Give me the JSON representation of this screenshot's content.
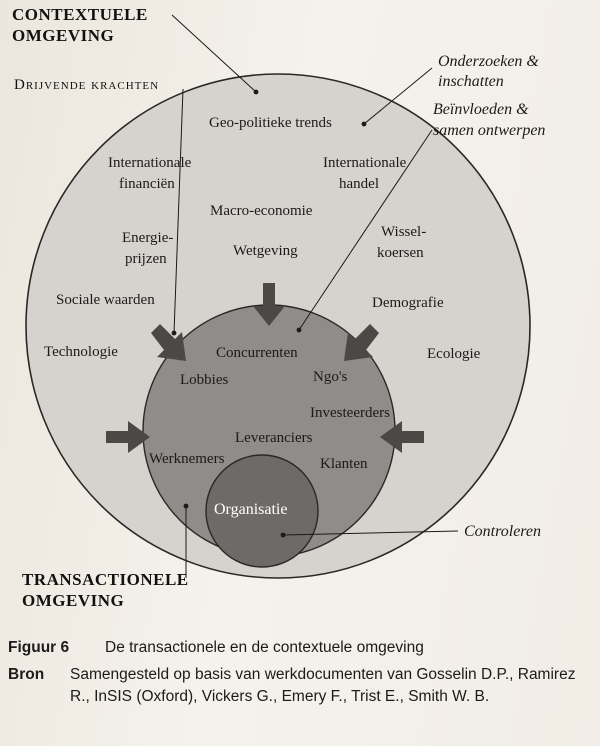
{
  "headings": {
    "contextual": [
      "CONTEXTUELE",
      "OMGEVING"
    ],
    "driving_forces": "Drijvende krachten",
    "transactional": [
      "TRANSACTIONELE",
      "OMGEVING"
    ]
  },
  "annotations": {
    "investigate": [
      "Onderzoeken &",
      "inschatten"
    ],
    "influence": [
      "Beïnvloeden &",
      "samen ontwerpen"
    ],
    "control": "Controleren"
  },
  "contextual_factors": {
    "geo_political": "Geo-politieke trends",
    "international_finance": [
      "Internationale",
      "financiën"
    ],
    "international_trade": [
      "Internationale",
      "handel"
    ],
    "macro_economy": "Macro-economie",
    "energy_prices": [
      "Energie-",
      "prijzen"
    ],
    "legislation": "Wetgeving",
    "exchange_rates": [
      "Wissel-",
      "koersen"
    ],
    "social_values": "Sociale waarden",
    "demography": "Demografie",
    "technology": "Technologie",
    "ecology": "Ecologie"
  },
  "transactional_factors": {
    "competitors": "Concurrenten",
    "lobbies": "Lobbies",
    "ngos": "Ngo's",
    "investors": "Investeerders",
    "suppliers": "Leveranciers",
    "employees": "Werknemers",
    "customers": "Klanten"
  },
  "organisation": "Organisatie",
  "caption": {
    "figure_key": "Figuur 6",
    "figure_text": "De transactionele en de contextuele omgeving",
    "source_key": "Bron",
    "source_text": "Samengesteld op basis van werkdocumenten van Gosselin D.P., Ramirez R., InSIS (Oxford), Vickers G., Emery F., Trist E., Smith W. B."
  },
  "colors": {
    "outer_circle": "#d6d3cf",
    "middle_circle": "#8f8c89",
    "inner_circle": "#6d6a67",
    "arrow": "#4b4846"
  }
}
